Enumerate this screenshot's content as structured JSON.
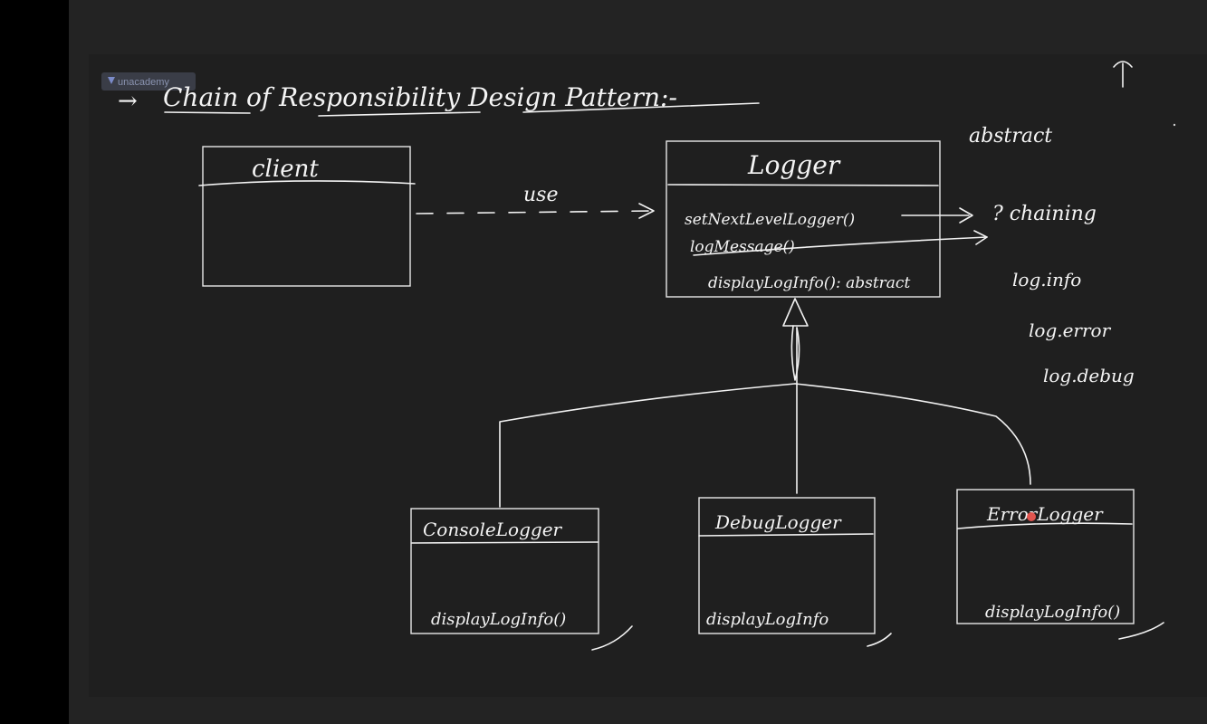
{
  "watermark": {
    "label": "unacademy"
  },
  "title": {
    "prefix": "→",
    "text": "Chain of Responsibility Design Pattern:-"
  },
  "client": {
    "label": "client"
  },
  "association": {
    "label": "use"
  },
  "logger": {
    "name": "Logger",
    "methods": [
      "setNextLevelLogger()",
      "logMessage()",
      "displayLogInfo(): abstract"
    ]
  },
  "notes": {
    "abstract": "abstract",
    "chaining": "? chaining",
    "levels": [
      "log.info",
      "log.error",
      "log.debug"
    ]
  },
  "subclasses": [
    {
      "name": "ConsoleLogger",
      "method": "displayLogInfo()"
    },
    {
      "name": "DebugLogger",
      "method": "displayLogInfo"
    },
    {
      "name": "ErrorLogger",
      "method": "displayLogInfo()"
    }
  ],
  "colors": {
    "ink": "#f2f2f2",
    "board": "#1f1f1f",
    "cursor": "#e0554f"
  },
  "icons": [
    "cursor-dot-icon",
    "arrow-up-icon",
    "unacademy-logo-icon"
  ]
}
